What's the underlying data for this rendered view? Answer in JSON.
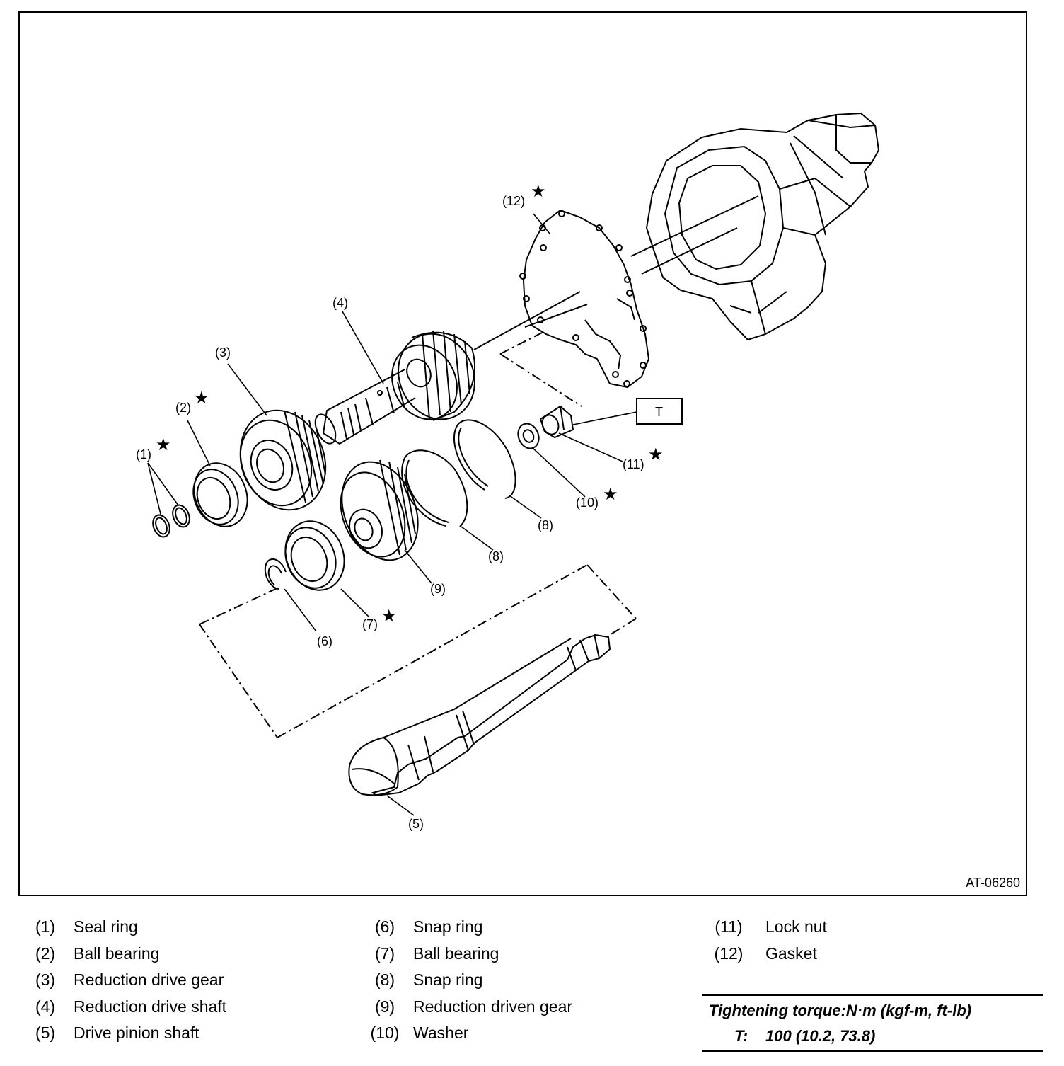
{
  "figure": {
    "id": "AT-06260",
    "torque_box_label": "T"
  },
  "callouts": [
    {
      "num": "(1)",
      "star": true
    },
    {
      "num": "(2)",
      "star": true
    },
    {
      "num": "(3)",
      "star": false
    },
    {
      "num": "(4)",
      "star": false
    },
    {
      "num": "(5)",
      "star": false
    },
    {
      "num": "(6)",
      "star": false
    },
    {
      "num": "(7)",
      "star": true
    },
    {
      "num": "(8)",
      "star": false
    },
    {
      "num": "(8)",
      "star": false
    },
    {
      "num": "(9)",
      "star": false
    },
    {
      "num": "(10)",
      "star": true
    },
    {
      "num": "(11)",
      "star": true
    },
    {
      "num": "(12)",
      "star": true
    }
  ],
  "legend": {
    "col1": [
      {
        "num": "(1)",
        "label": "Seal ring"
      },
      {
        "num": "(2)",
        "label": "Ball bearing"
      },
      {
        "num": "(3)",
        "label": "Reduction drive gear"
      },
      {
        "num": "(4)",
        "label": "Reduction drive shaft"
      },
      {
        "num": "(5)",
        "label": "Drive pinion shaft"
      }
    ],
    "col2": [
      {
        "num": "(6)",
        "label": "Snap ring"
      },
      {
        "num": "(7)",
        "label": "Ball bearing"
      },
      {
        "num": "(8)",
        "label": "Snap ring"
      },
      {
        "num": "(9)",
        "label": "Reduction driven gear"
      },
      {
        "num": "(10)",
        "label": "Washer"
      }
    ],
    "col3": [
      {
        "num": "(11)",
        "label": "Lock nut"
      },
      {
        "num": "(12)",
        "label": "Gasket"
      }
    ]
  },
  "torque": {
    "title": "Tightening torque:N·m (kgf-m, ft-lb)",
    "key": "T:",
    "value": "100 (10.2, 73.8)"
  }
}
